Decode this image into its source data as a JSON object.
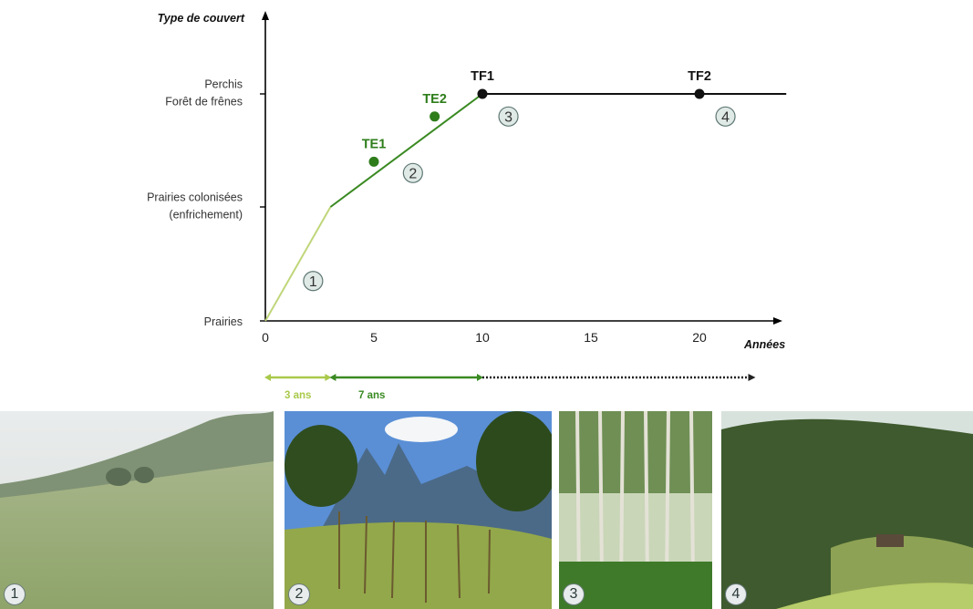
{
  "chart_data": {
    "type": "line",
    "ylabel": "Type de couvert",
    "xlabel": "Années",
    "xlim": [
      0,
      24
    ],
    "x_ticks": [
      0,
      5,
      10,
      15,
      20
    ],
    "y_levels": [
      {
        "value": 0,
        "lines": [
          "Prairies"
        ]
      },
      {
        "value": 1,
        "lines": [
          "Prairies colonisées",
          "(enfrichement)"
        ]
      },
      {
        "value": 2,
        "lines": [
          "Perchis",
          "Forêt de frênes"
        ]
      }
    ],
    "segments": [
      {
        "points": [
          [
            0,
            0
          ],
          [
            3,
            1
          ]
        ],
        "color": "#c0d67a"
      },
      {
        "points": [
          [
            3,
            1
          ],
          [
            10,
            2
          ]
        ],
        "color": "#3a8a22"
      },
      {
        "points": [
          [
            10,
            2
          ],
          [
            24,
            2
          ]
        ],
        "color": "#111111"
      }
    ],
    "labeled_points": [
      {
        "label": "TE1",
        "x": 5,
        "y": 1.4,
        "color": "#2e7d1a"
      },
      {
        "label": "TE2",
        "x": 7.8,
        "y": 1.8,
        "color": "#2e7d1a"
      },
      {
        "label": "TF1",
        "x": 10,
        "y": 2,
        "color": "#111111"
      },
      {
        "label": "TF2",
        "x": 20,
        "y": 2,
        "color": "#111111"
      }
    ],
    "stage_markers": [
      {
        "label": "1",
        "x": 2.2,
        "y": 0.35
      },
      {
        "label": "2",
        "x": 6.8,
        "y": 1.3
      },
      {
        "label": "3",
        "x": 11.2,
        "y": 1.8
      },
      {
        "label": "4",
        "x": 21.2,
        "y": 1.8
      }
    ],
    "durations": [
      {
        "label": "3 ans",
        "start": 0,
        "end": 3,
        "color": "#a9c94a",
        "style": "solid"
      },
      {
        "label": "7 ans",
        "start": 3,
        "end": 10,
        "color": "#3a8a22",
        "style": "solid"
      },
      {
        "label": "",
        "start": 10,
        "end": 22.5,
        "color": "#222222",
        "style": "dotted"
      }
    ]
  },
  "photos": [
    {
      "label": "1",
      "scene": "meadow"
    },
    {
      "label": "2",
      "scene": "colonized-meadow"
    },
    {
      "label": "3",
      "scene": "ash-forest"
    },
    {
      "label": "4",
      "scene": "forested-hillside"
    }
  ]
}
